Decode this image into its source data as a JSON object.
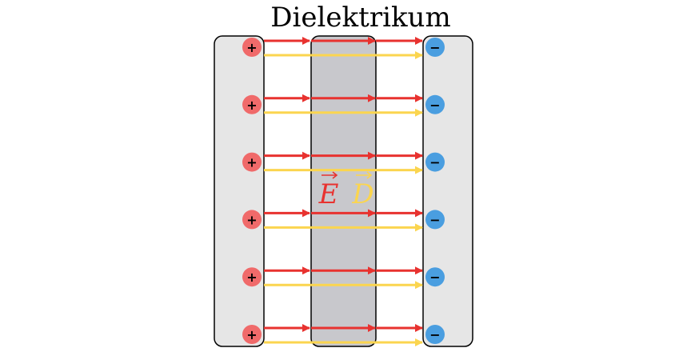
{
  "title": "Dielektrikum",
  "field_labels": {
    "e": "E",
    "d": "D"
  },
  "charges": {
    "positive": "+",
    "negative": "−"
  },
  "rows": 6,
  "colors": {
    "plate_fill": "#e6e6e6",
    "dielectric_fill": "#c8c8cc",
    "outline": "#000000",
    "e_field": "#e8322f",
    "d_field": "#fbd54f",
    "positive": "#f06a6a",
    "negative": "#4a9ee0"
  }
}
